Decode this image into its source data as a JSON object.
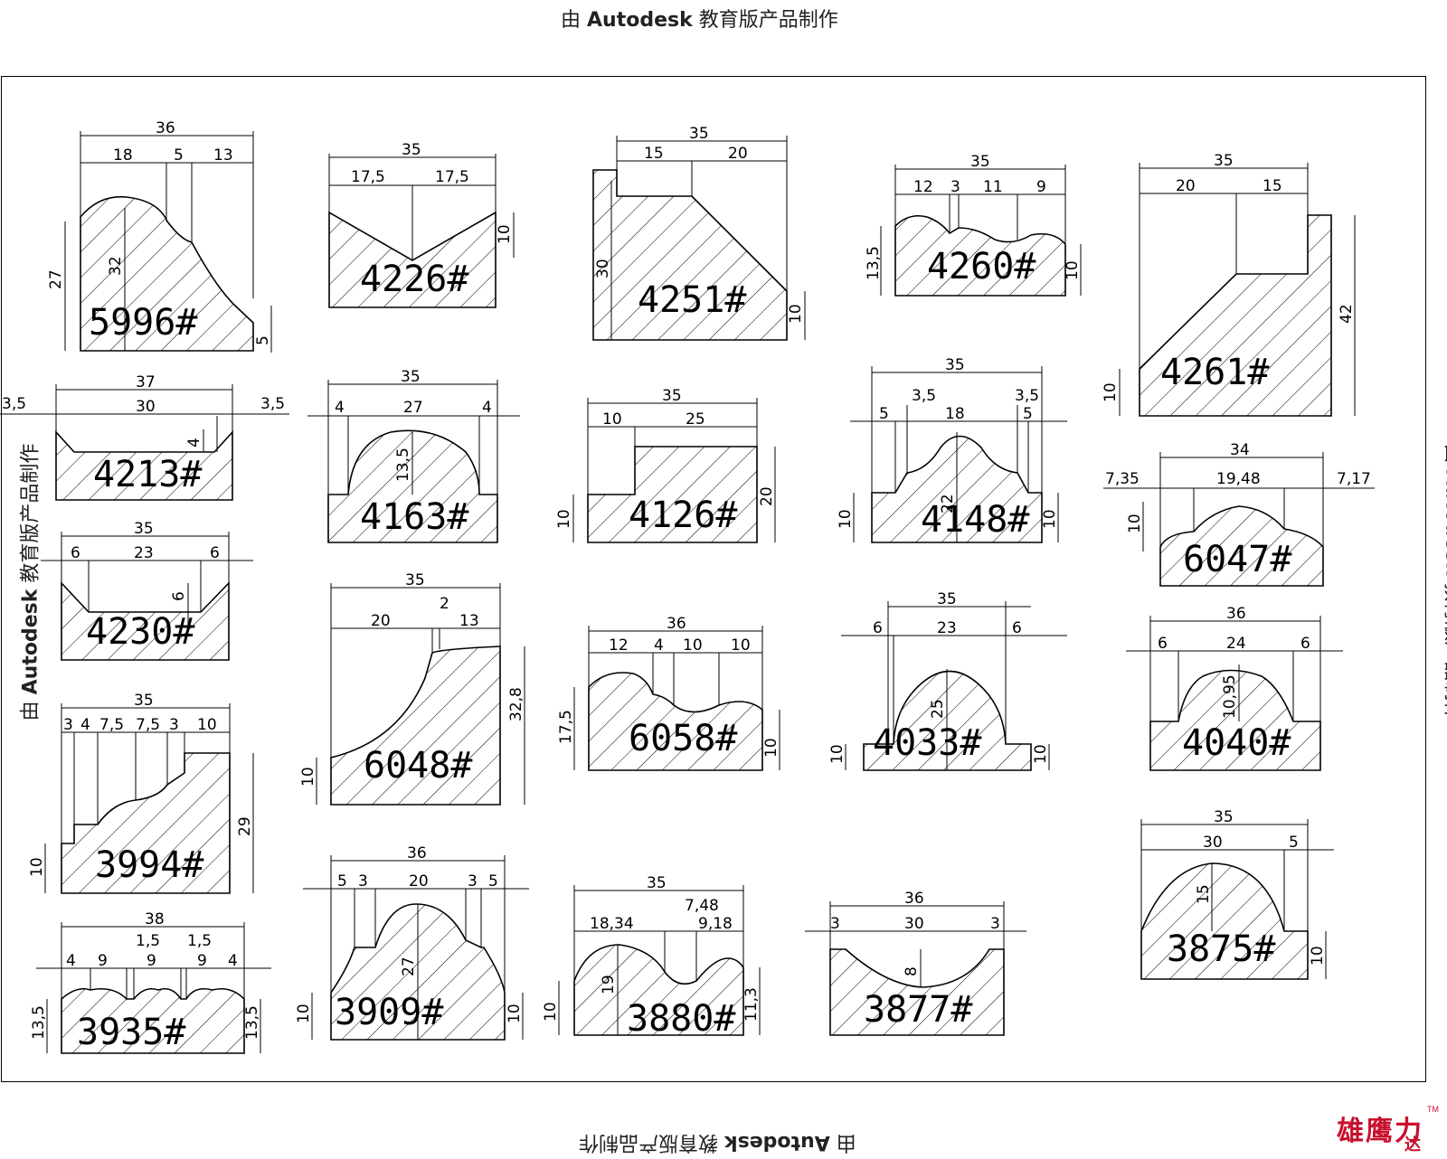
{
  "watermark": {
    "prefix": "由 ",
    "brand": "Autodesk",
    "suffix": " 教育版产品制作"
  },
  "logo": {
    "main": "雄鹰力",
    "sub": "达",
    "tm": "TM"
  },
  "profiles": [
    {
      "id": "5996#",
      "dims": [
        "36",
        "18",
        "5",
        "13",
        "27",
        "32",
        "5"
      ]
    },
    {
      "id": "4226#",
      "dims": [
        "35",
        "17,5",
        "17,5",
        "10"
      ]
    },
    {
      "id": "4251#",
      "dims": [
        "35",
        "15",
        "20",
        "30",
        "10"
      ]
    },
    {
      "id": "4260#",
      "dims": [
        "35",
        "12",
        "3",
        "11",
        "9",
        "13,5",
        "10"
      ]
    },
    {
      "id": "4261#",
      "dims": [
        "35",
        "20",
        "15",
        "42",
        "10"
      ]
    },
    {
      "id": "4213#",
      "dims": [
        "37",
        "3,5",
        "30",
        "3,5",
        "4"
      ]
    },
    {
      "id": "4163#",
      "dims": [
        "35",
        "4",
        "27",
        "4",
        "13,5"
      ]
    },
    {
      "id": "4126#",
      "dims": [
        "35",
        "10",
        "25",
        "20",
        "10"
      ]
    },
    {
      "id": "4148#",
      "dims": [
        "35",
        "3,5",
        "3,5",
        "5",
        "18",
        "5",
        "22",
        "10",
        "10"
      ]
    },
    {
      "id": "6047#",
      "dims": [
        "34",
        "7,35",
        "19,48",
        "7,17",
        "10"
      ]
    },
    {
      "id": "4230#",
      "dims": [
        "35",
        "6",
        "23",
        "6",
        "6"
      ]
    },
    {
      "id": "6048#",
      "dims": [
        "35",
        "2",
        "20",
        "13",
        "32,8",
        "10"
      ]
    },
    {
      "id": "6058#",
      "dims": [
        "36",
        "12",
        "4",
        "10",
        "10",
        "17,5",
        "10"
      ]
    },
    {
      "id": "4033#",
      "dims": [
        "35",
        "6",
        "23",
        "6",
        "25",
        "10",
        "10"
      ]
    },
    {
      "id": "4040#",
      "dims": [
        "36",
        "6",
        "24",
        "6",
        "10,95"
      ]
    },
    {
      "id": "3994#",
      "dims": [
        "35",
        "3",
        "4",
        "7,5",
        "7,5",
        "3",
        "10",
        "29",
        "10"
      ]
    },
    {
      "id": "3909#",
      "dims": [
        "36",
        "5",
        "3",
        "20",
        "3",
        "5",
        "27",
        "10",
        "10"
      ]
    },
    {
      "id": "3880#",
      "dims": [
        "35",
        "7,48",
        "18,34",
        "9,18",
        "19",
        "11,3",
        "10"
      ]
    },
    {
      "id": "3877#",
      "dims": [
        "36",
        "3",
        "30",
        "3",
        "8"
      ]
    },
    {
      "id": "3875#",
      "dims": [
        "35",
        "30",
        "5",
        "15",
        "10"
      ]
    },
    {
      "id": "3935#",
      "dims": [
        "38",
        "4",
        "9",
        "1,5",
        "9",
        "1,5",
        "9",
        "4",
        "13,5",
        "13,5"
      ]
    }
  ]
}
